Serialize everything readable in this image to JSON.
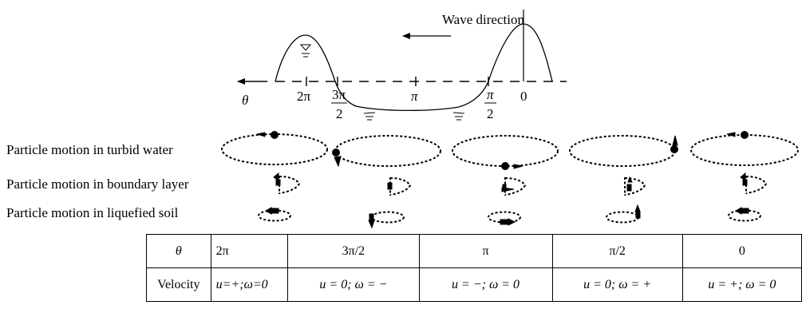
{
  "wave": {
    "direction_label": "Wave direction",
    "theta_label": "θ",
    "phase_labels": {
      "two_pi": "2π",
      "three_pi_num": "3π",
      "three_pi_den": "2",
      "pi": "π",
      "half_pi_num": "π",
      "half_pi_den": "2",
      "zero": "0"
    }
  },
  "rows": {
    "turbid": "Particle motion in turbid water",
    "boundary": "Particle motion in boundary layer",
    "liquefied": "Particle motion in liquefied soil"
  },
  "table": {
    "header": [
      "θ",
      "2π",
      "3π/2",
      "π",
      "π/2",
      "0"
    ],
    "velocity": [
      "Velocity",
      "u=+;ω=0",
      "u = 0; ω = −",
      "u = −; ω = 0",
      "u = 0; ω = +",
      "u = +; ω = 0"
    ]
  }
}
